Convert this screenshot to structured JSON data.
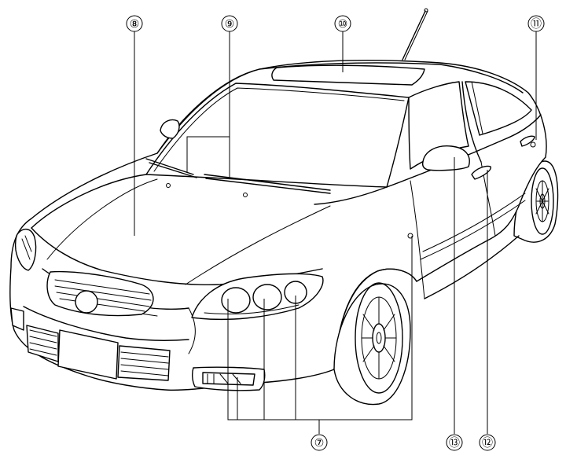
{
  "callouts": [
    {
      "id": "c7",
      "label": "⑦"
    },
    {
      "id": "c8",
      "label": "⑧"
    },
    {
      "id": "c9",
      "label": "⑨"
    },
    {
      "id": "c10",
      "label": "⑩"
    },
    {
      "id": "c11",
      "label": "⑪"
    },
    {
      "id": "c12",
      "label": "⑫"
    },
    {
      "id": "c13",
      "label": "⑬"
    }
  ],
  "colors": {
    "line": "#000000",
    "background": "#ffffff"
  },
  "parts_depicted": [
    "car-body",
    "hood",
    "windshield",
    "wipers",
    "sunroof",
    "antenna",
    "door-mirror",
    "door-handle",
    "fuel-door",
    "headlights",
    "fog-light",
    "front-grille",
    "license-plate-area",
    "wheels"
  ]
}
